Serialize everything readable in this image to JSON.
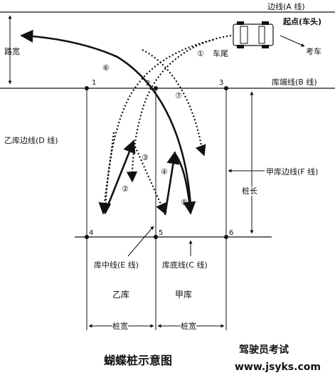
{
  "labels": {
    "side_line": "边线(A 线)",
    "start_point": "起点(车头)",
    "road_width": "路宽",
    "tail": "车尾",
    "examinee_car": "考车",
    "garage_end_line": "库端线(B 线)",
    "garage_b_side_line": "乙库边线(D 线)",
    "garage_a_side_line": "甲库边线(F 线)",
    "stake_length": "桩长",
    "garage_center_line": "库中线(E 线)",
    "garage_bottom_line": "库底线(C 线)",
    "garage_b": "乙库",
    "garage_a": "甲库",
    "stake_width_left": "桩宽",
    "stake_width_right": "桩宽",
    "title": "蝴蝶桩示意图"
  },
  "points": [
    "1",
    "2",
    "3",
    "4",
    "5",
    "6"
  ],
  "steps": [
    "①",
    "②",
    "③",
    "④",
    "⑤",
    "⑥",
    "⑦"
  ],
  "watermark": {
    "name": "驾驶员考试",
    "url": "www.jsyks.com"
  }
}
